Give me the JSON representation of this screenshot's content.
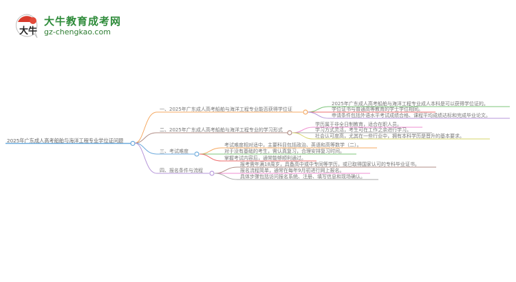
{
  "logo": {
    "title": "大牛教育成考网",
    "url": "gz-chengkao.com",
    "badge_text": "大牛"
  },
  "colors": {
    "root": "#6aa9dc",
    "branch1": "#f5a860",
    "branch2": "#b08c84",
    "branch3": "#6aa9dc",
    "branch4": "#b595d9",
    "green": "#7cc47a",
    "red": "#ee6b6b",
    "purple": "#b595d9",
    "pink": "#ef8ed0",
    "gray": "#aaaaaa",
    "yellow": "#d6d46a",
    "brown": "#b08c84",
    "orange": "#f5a860"
  },
  "mindmap": {
    "root": "2025年广东成人高考船舶与海洋工程专业学位证问题",
    "branches": [
      {
        "label": "一、2025年广东成人高考船舶与海洋工程专业能否获得学位证",
        "children": [
          "2025年广东成人高考船舶与海洋工程专业成人本科是可以获得学位证的。",
          "学位证书与普通高等教育的学士学位相同。",
          "申请条件包括外语水平考试成绩合格、课程平均成绩达标和完成毕业论文。"
        ]
      },
      {
        "label": "二、2025年广东成人高考船舶与海洋工程专业的学习形式",
        "children": [
          "学历属于非全日制教育，适合在职人员。",
          "学习方式灵活，考生可在工作之余进行学习。",
          "社会认可度高，尤其在一些行业中，拥有本科学历是晋升的基本要求。"
        ]
      },
      {
        "label": "三、考试难度",
        "children": [
          "考试难度相对适中，主要科目包括政治、英语和高等数学（二）。",
          "对于没有基础的考生，需认真复习，合理安排复习时间。",
          "掌握考试内容后，通常能够顺利通过。"
        ]
      },
      {
        "label": "四、报名条件与流程",
        "children": [
          "报考需年满18周岁，具备高中或中专同等学历，或已取得国家认可的专科毕业证书。",
          "报名流程简单，通常在每年9月初进行网上报名。",
          "具体步骤包括访问报名系统、注册、填写信息和现场确认。"
        ]
      }
    ]
  }
}
